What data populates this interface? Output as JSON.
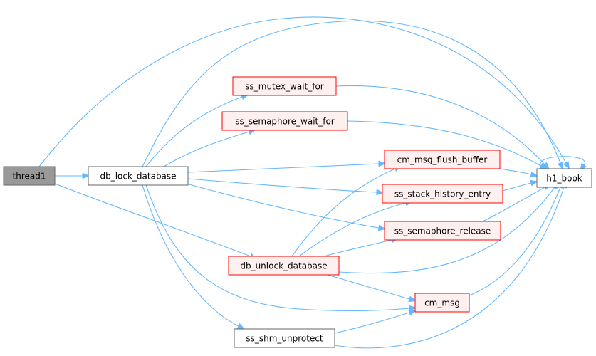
{
  "nodes": [
    {
      "id": "thread1",
      "label": "thread1",
      "style": "current"
    },
    {
      "id": "db_lock_database",
      "label": "db_lock_database",
      "style": "plain"
    },
    {
      "id": "ss_mutex_wait_for",
      "label": "ss_mutex_wait_for",
      "style": "red"
    },
    {
      "id": "ss_semaphore_wait_for",
      "label": "ss_semaphore_wait_for",
      "style": "red"
    },
    {
      "id": "cm_msg_flush_buffer",
      "label": "cm_msg_flush_buffer",
      "style": "red"
    },
    {
      "id": "ss_stack_history_entry",
      "label": "ss_stack_history_entry",
      "style": "red"
    },
    {
      "id": "ss_semaphore_release",
      "label": "ss_semaphore_release",
      "style": "red"
    },
    {
      "id": "db_unlock_database",
      "label": "db_unlock_database",
      "style": "red"
    },
    {
      "id": "cm_msg",
      "label": "cm_msg",
      "style": "red"
    },
    {
      "id": "ss_shm_unprotect",
      "label": "ss_shm_unprotect",
      "style": "plain"
    },
    {
      "id": "h1_book",
      "label": "h1_book",
      "style": "plain"
    }
  ],
  "edges": [
    [
      "thread1",
      "db_lock_database"
    ],
    [
      "thread1",
      "h1_book"
    ],
    [
      "thread1",
      "db_unlock_database"
    ],
    [
      "db_lock_database",
      "h1_book"
    ],
    [
      "db_lock_database",
      "ss_mutex_wait_for"
    ],
    [
      "db_lock_database",
      "ss_semaphore_wait_for"
    ],
    [
      "db_lock_database",
      "cm_msg_flush_buffer"
    ],
    [
      "db_lock_database",
      "ss_stack_history_entry"
    ],
    [
      "db_lock_database",
      "ss_semaphore_release"
    ],
    [
      "db_lock_database",
      "cm_msg"
    ],
    [
      "db_lock_database",
      "ss_shm_unprotect"
    ],
    [
      "ss_mutex_wait_for",
      "h1_book"
    ],
    [
      "ss_semaphore_wait_for",
      "h1_book"
    ],
    [
      "cm_msg_flush_buffer",
      "h1_book"
    ],
    [
      "ss_stack_history_entry",
      "h1_book"
    ],
    [
      "ss_semaphore_release",
      "h1_book"
    ],
    [
      "db_unlock_database",
      "cm_msg_flush_buffer"
    ],
    [
      "db_unlock_database",
      "ss_stack_history_entry"
    ],
    [
      "db_unlock_database",
      "ss_semaphore_release"
    ],
    [
      "db_unlock_database",
      "h1_book"
    ],
    [
      "db_unlock_database",
      "cm_msg"
    ],
    [
      "cm_msg",
      "h1_book"
    ],
    [
      "ss_shm_unprotect",
      "cm_msg"
    ],
    [
      "ss_shm_unprotect",
      "h1_book"
    ],
    [
      "h1_book",
      "h1_book"
    ]
  ],
  "colors": {
    "edge": "#63b8ff",
    "current_fill": "#999999",
    "current_border": "#666666",
    "plain_fill": "#ffffff",
    "plain_border": "#666666",
    "red_fill": "#fff0f0",
    "red_border": "#ff0000"
  }
}
